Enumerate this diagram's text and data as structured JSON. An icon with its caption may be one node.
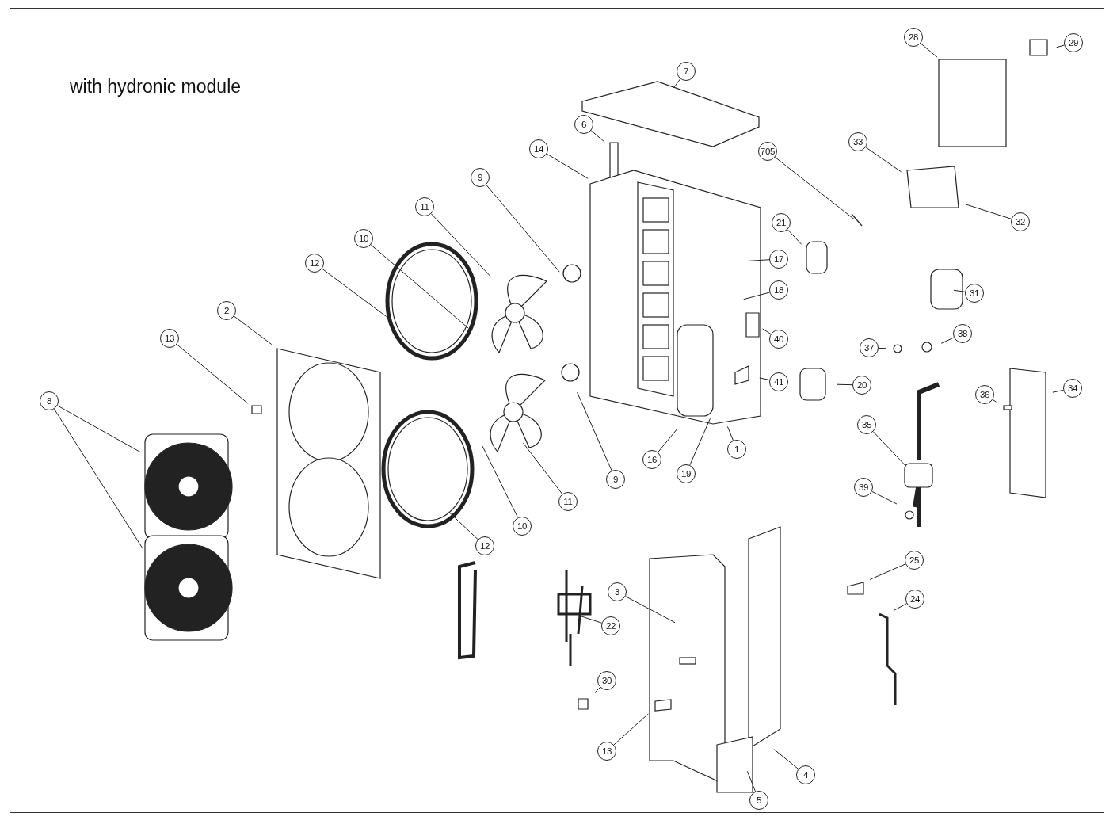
{
  "diagram": {
    "title": "with hydronic module",
    "nodes": [
      {
        "text": [
          "28"
        ]
      },
      {
        "text": [
          "29"
        ]
      },
      {
        "text": [
          "7"
        ]
      },
      {
        "text": [
          "6"
        ]
      },
      {
        "text": [
          "14"
        ]
      },
      {
        "text": [
          "705"
        ]
      },
      {
        "text": [
          "33"
        ]
      },
      {
        "text": [
          "32"
        ]
      },
      {
        "text": [
          "9"
        ]
      },
      {
        "text": [
          "11"
        ]
      },
      {
        "text": [
          "21"
        ]
      },
      {
        "text": [
          "10"
        ]
      },
      {
        "text": [
          "12"
        ]
      },
      {
        "text": [
          "17"
        ]
      },
      {
        "text": [
          "18"
        ]
      },
      {
        "text": [
          "31"
        ]
      },
      {
        "text": [
          "2"
        ]
      },
      {
        "text": [
          "40"
        ]
      },
      {
        "text": [
          "13"
        ]
      },
      {
        "text": [
          "37"
        ]
      },
      {
        "text": [
          "38"
        ]
      },
      {
        "text": [
          "8"
        ]
      },
      {
        "text": [
          "41"
        ]
      },
      {
        "text": [
          "20"
        ]
      },
      {
        "text": [
          "36"
        ]
      },
      {
        "text": [
          "34"
        ]
      },
      {
        "text": [
          "16"
        ]
      },
      {
        "text": [
          "19"
        ]
      },
      {
        "text": [
          "1"
        ]
      },
      {
        "text": [
          "9"
        ]
      },
      {
        "text": [
          "11"
        ]
      },
      {
        "text": [
          "35"
        ]
      },
      {
        "text": [
          "10"
        ]
      },
      {
        "text": [
          "12"
        ]
      },
      {
        "text": [
          "39"
        ]
      },
      {
        "text": [
          "25"
        ]
      },
      {
        "text": [
          "3"
        ]
      },
      {
        "text": [
          "24"
        ]
      },
      {
        "text": [
          "22"
        ]
      },
      {
        "text": [
          "30"
        ]
      },
      {
        "text": [
          "13"
        ]
      },
      {
        "text": [
          "4"
        ]
      },
      {
        "text": [
          "5"
        ]
      }
    ],
    "edges": [
      {
        "from": 0,
        "to": null,
        "arrow": "none"
      },
      {
        "from": 1,
        "to": null,
        "arrow": "none"
      },
      {
        "from": 2,
        "to": null,
        "arrow": "none"
      },
      {
        "from": 3,
        "to": null,
        "arrow": "none"
      },
      {
        "from": 4,
        "to": null,
        "arrow": "none"
      },
      {
        "from": 5,
        "to": null,
        "arrow": "none"
      },
      {
        "from": 6,
        "to": null,
        "arrow": "none"
      },
      {
        "from": 7,
        "to": null,
        "arrow": "none"
      },
      {
        "from": 8,
        "to": null,
        "arrow": "none"
      },
      {
        "from": 9,
        "to": null,
        "arrow": "none"
      },
      {
        "from": 10,
        "to": null,
        "arrow": "none"
      },
      {
        "from": 11,
        "to": null,
        "arrow": "none"
      },
      {
        "from": 12,
        "to": null,
        "arrow": "none"
      },
      {
        "from": 13,
        "to": null,
        "arrow": "none"
      },
      {
        "from": 14,
        "to": null,
        "arrow": "none"
      },
      {
        "from": 15,
        "to": null,
        "arrow": "none"
      },
      {
        "from": 16,
        "to": null,
        "arrow": "none"
      },
      {
        "from": 17,
        "to": null,
        "arrow": "none"
      },
      {
        "from": 18,
        "to": null,
        "arrow": "none"
      },
      {
        "from": 19,
        "to": null,
        "arrow": "none"
      },
      {
        "from": 20,
        "to": null,
        "arrow": "none"
      },
      {
        "from": 21,
        "to": null,
        "arrow": "none"
      },
      {
        "from": 21,
        "to": null,
        "arrow": "none"
      },
      {
        "from": 22,
        "to": null,
        "arrow": "none"
      },
      {
        "from": 23,
        "to": null,
        "arrow": "none"
      },
      {
        "from": 24,
        "to": null,
        "arrow": "none"
      },
      {
        "from": 25,
        "to": null,
        "arrow": "none"
      },
      {
        "from": 26,
        "to": null,
        "arrow": "none"
      },
      {
        "from": 27,
        "to": null,
        "arrow": "none"
      },
      {
        "from": 28,
        "to": null,
        "arrow": "none"
      },
      {
        "from": 29,
        "to": null,
        "arrow": "none"
      },
      {
        "from": 30,
        "to": null,
        "arrow": "none"
      },
      {
        "from": 31,
        "to": null,
        "arrow": "none"
      },
      {
        "from": 32,
        "to": null,
        "arrow": "none"
      },
      {
        "from": 33,
        "to": null,
        "arrow": "none"
      },
      {
        "from": 34,
        "to": null,
        "arrow": "none"
      },
      {
        "from": 35,
        "to": null,
        "arrow": "none"
      },
      {
        "from": 36,
        "to": null,
        "arrow": "none"
      },
      {
        "from": 37,
        "to": null,
        "arrow": "none"
      },
      {
        "from": 38,
        "to": null,
        "arrow": "none"
      },
      {
        "from": 39,
        "to": null,
        "arrow": "none"
      },
      {
        "from": 40,
        "to": null,
        "arrow": "none"
      },
      {
        "from": 41,
        "to": null,
        "arrow": "none"
      },
      {
        "from": 42,
        "to": null,
        "arrow": "none"
      }
    ]
  }
}
